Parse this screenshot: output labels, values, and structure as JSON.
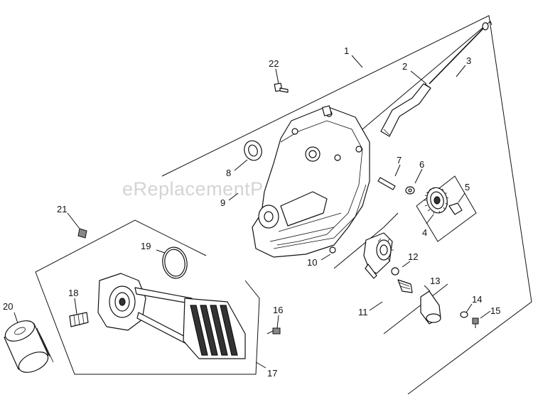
{
  "watermark": "eReplacementParts.com",
  "callouts": [
    {
      "id": "1",
      "text": "1"
    },
    {
      "id": "2",
      "text": "2"
    },
    {
      "id": "3",
      "text": "3"
    },
    {
      "id": "4",
      "text": "4"
    },
    {
      "id": "5",
      "text": "5"
    },
    {
      "id": "6",
      "text": "6"
    },
    {
      "id": "7",
      "text": "7"
    },
    {
      "id": "8",
      "text": "8"
    },
    {
      "id": "9",
      "text": "9"
    },
    {
      "id": "10",
      "text": "10"
    },
    {
      "id": "11",
      "text": "11"
    },
    {
      "id": "12",
      "text": "12"
    },
    {
      "id": "13",
      "text": "13"
    },
    {
      "id": "14",
      "text": "14"
    },
    {
      "id": "15",
      "text": "15"
    },
    {
      "id": "16",
      "text": "16"
    },
    {
      "id": "17",
      "text": "17"
    },
    {
      "id": "18",
      "text": "18"
    },
    {
      "id": "19",
      "text": "19"
    },
    {
      "id": "20",
      "text": "20"
    },
    {
      "id": "21",
      "text": "21"
    },
    {
      "id": "22",
      "text": "22"
    }
  ]
}
